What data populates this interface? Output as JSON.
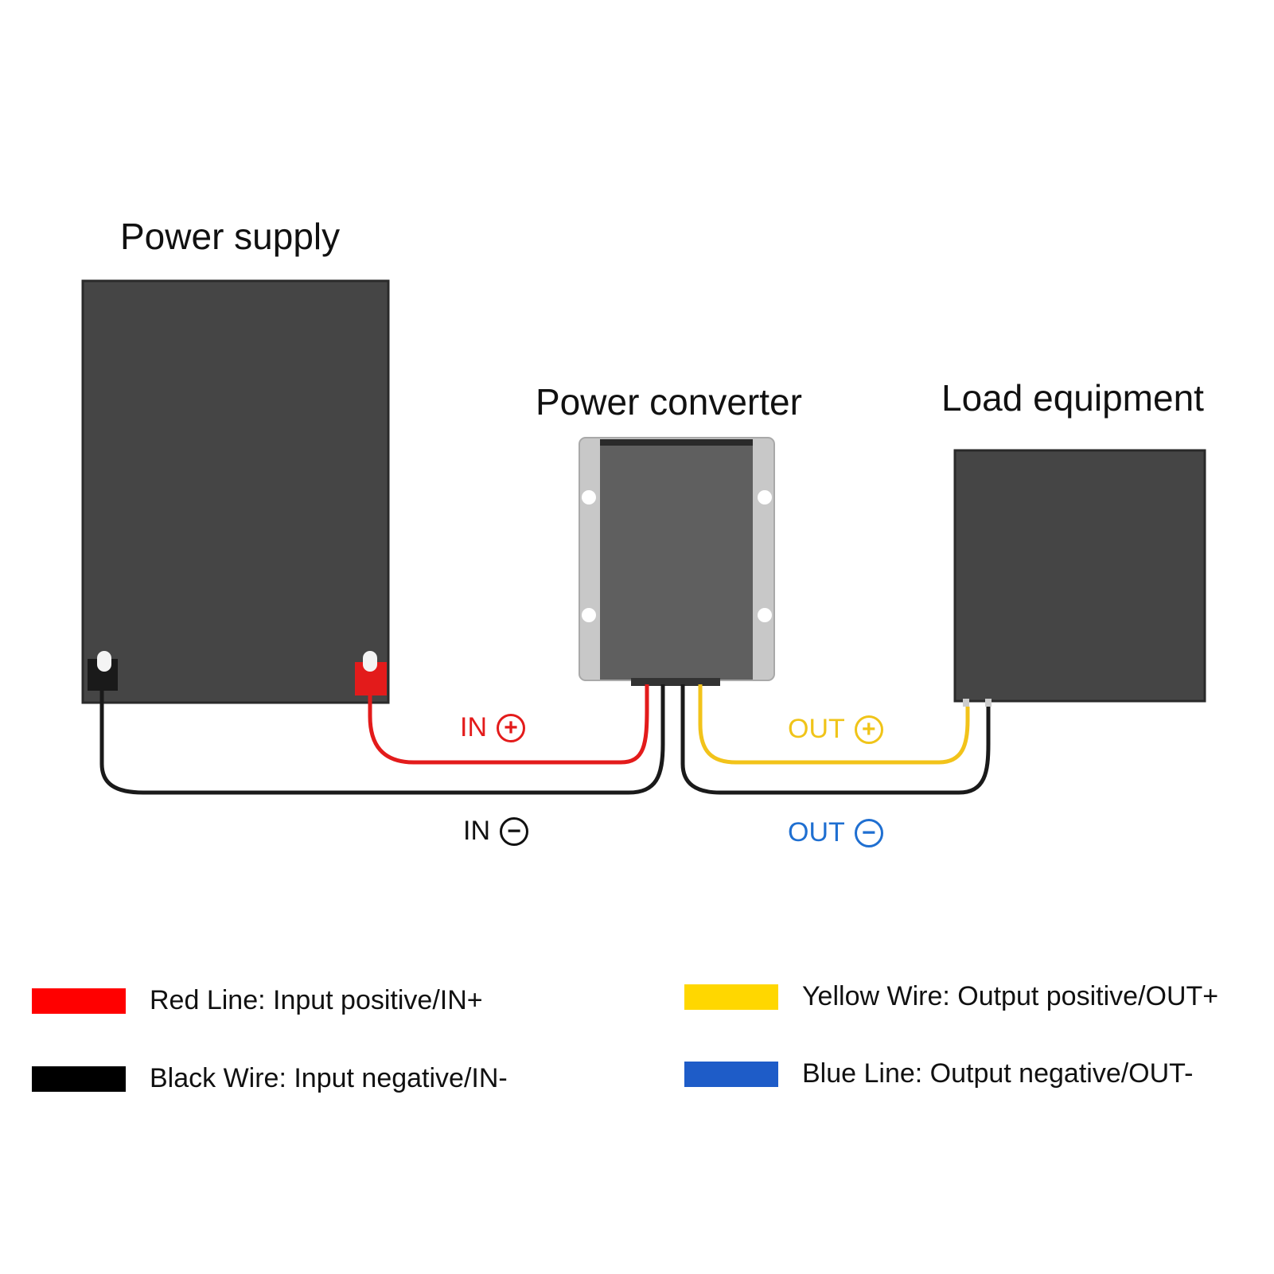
{
  "titles": {
    "power_supply": "Power supply",
    "power_converter": "Power converter",
    "load_equipment": "Load equipment"
  },
  "wire_labels": {
    "in_pos": {
      "text": "IN",
      "sign": "+",
      "color": "#e31b1b"
    },
    "in_neg": {
      "text": "IN",
      "sign": "−",
      "color": "#111111"
    },
    "out_pos": {
      "text": "OUT",
      "sign": "+",
      "color": "#f0c419"
    },
    "out_neg": {
      "text": "OUT",
      "sign": "−",
      "color": "#1f6fd1"
    }
  },
  "legend": [
    {
      "label": "Red Line: Input positive/IN+",
      "color": "#ff0000"
    },
    {
      "label": "Black Wire: Input negative/IN-",
      "color": "#000000"
    },
    {
      "label": "Yellow Wire: Output positive/OUT+",
      "color": "#ffd700"
    },
    {
      "label": "Blue Line: Output negative/OUT-",
      "color": "#1e5cc8"
    }
  ],
  "colors": {
    "device_body": "#454545",
    "converter_face": "#5f5f5f",
    "converter_frame": "#c8c8c8",
    "wire_red": "#e31b1b",
    "wire_black": "#1a1a1a",
    "wire_yellow": "#f2c31a"
  }
}
